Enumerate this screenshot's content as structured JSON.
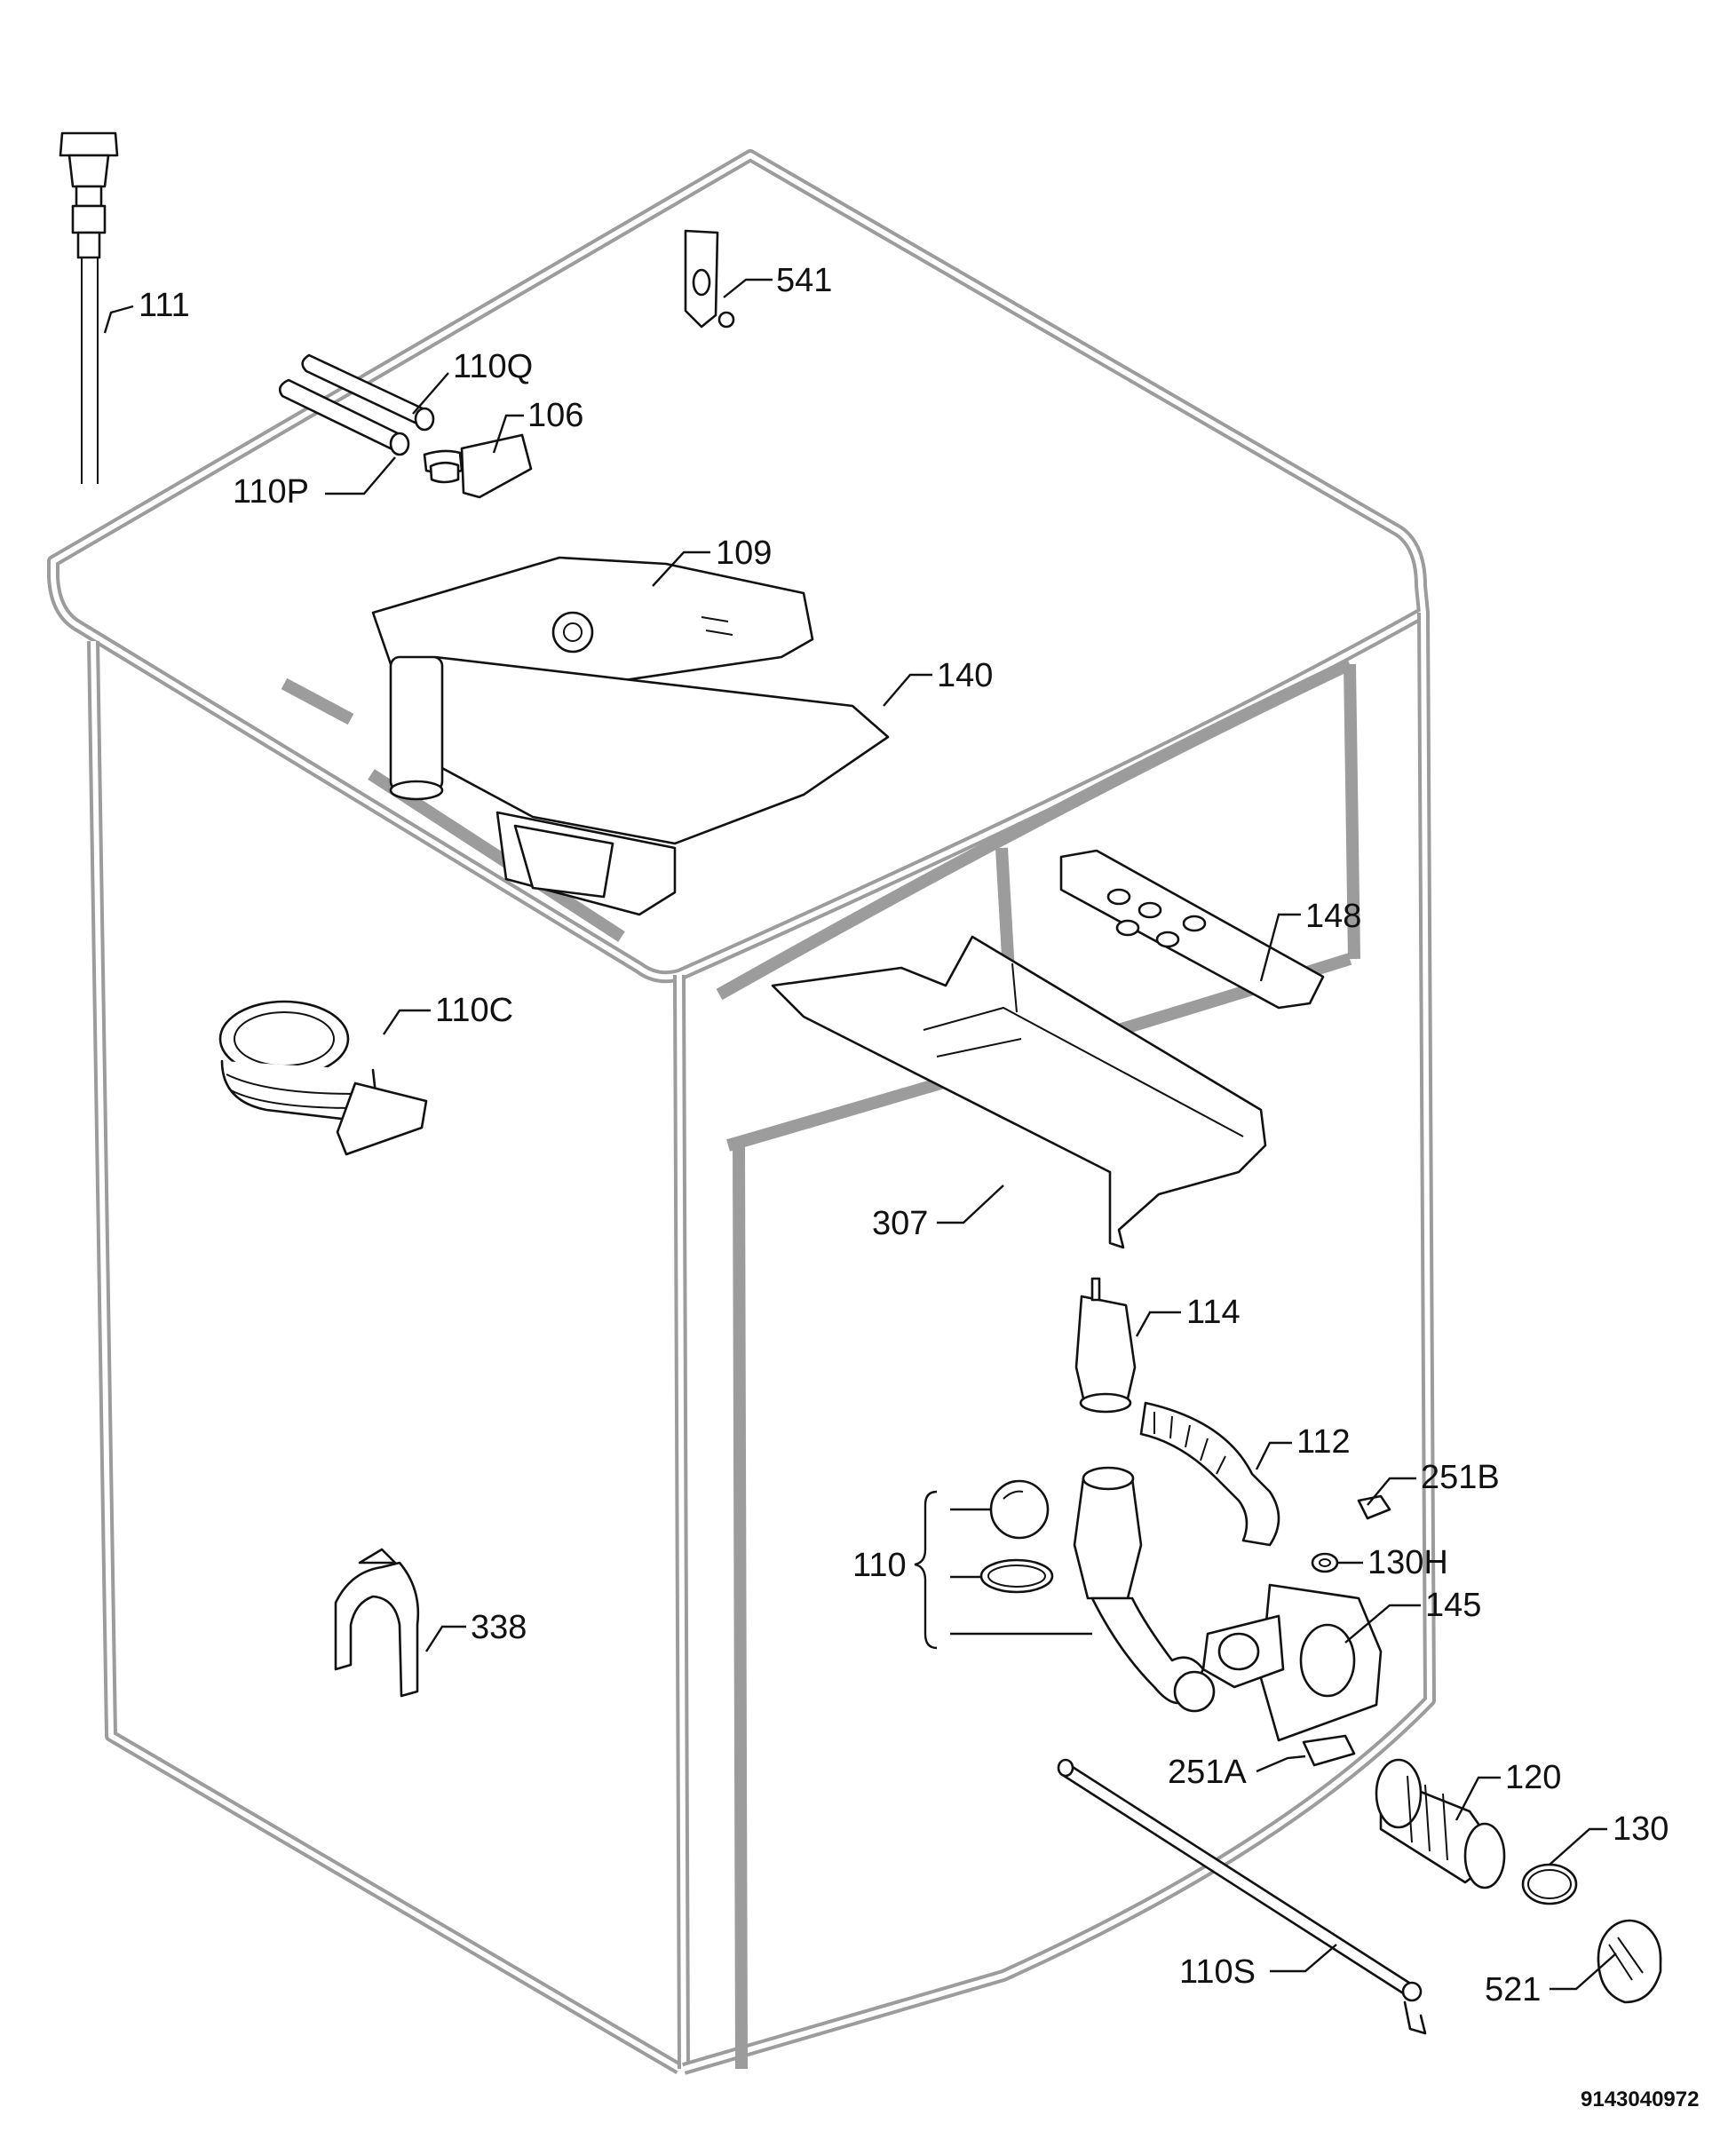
{
  "diagram_code": "9143040972",
  "parts": {
    "p111": "111",
    "p110q": "110Q",
    "p106": "106",
    "p110p": "110P",
    "p541": "541",
    "p109": "109",
    "p140": "140",
    "p148": "148",
    "p110c": "110C",
    "p307": "307",
    "p114": "114",
    "p112": "112",
    "p251b": "251B",
    "p110": "110",
    "p130h": "130H",
    "p145": "145",
    "p338": "338",
    "p251a": "251A",
    "p120": "120",
    "p130": "130",
    "p110s": "110S",
    "p521": "521"
  }
}
